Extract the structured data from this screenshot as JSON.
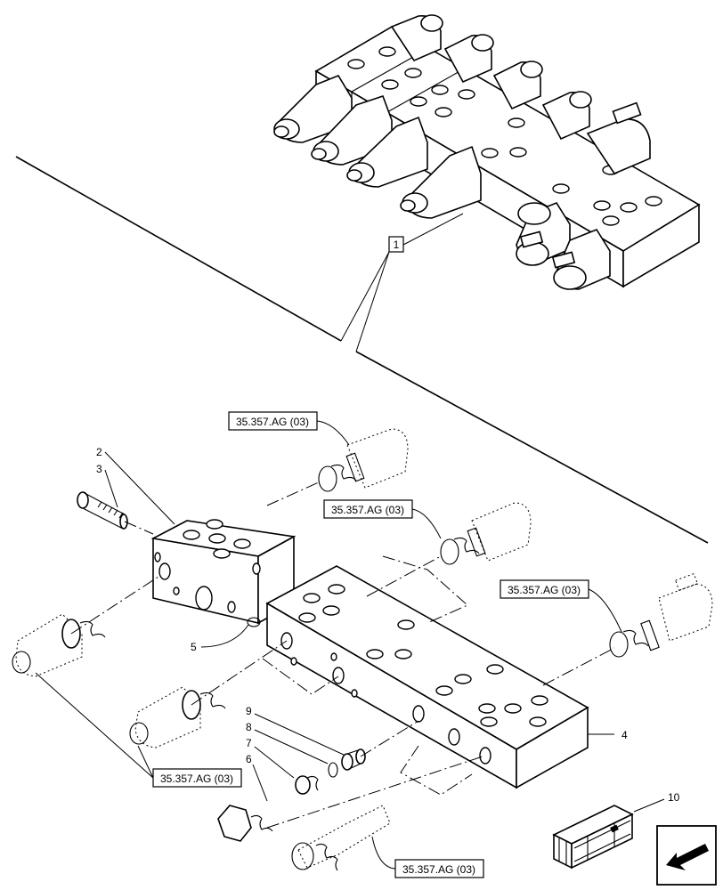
{
  "callouts": {
    "c1": "1",
    "c2": "2",
    "c3": "3",
    "c4": "4",
    "c5": "5",
    "c6": "6",
    "c7": "7",
    "c8": "8",
    "c9": "9",
    "c10": "10"
  },
  "references": {
    "ref_a": "35.357.AG (03)",
    "ref_b": "35.357.AG (03)",
    "ref_c": "35.357.AG (03)",
    "ref_d": "35.357.AG (03)",
    "ref_e": "35.357.AG (03)"
  },
  "icons": {
    "kit": "kit-crate-icon",
    "nav": "previous-arrow-icon"
  }
}
